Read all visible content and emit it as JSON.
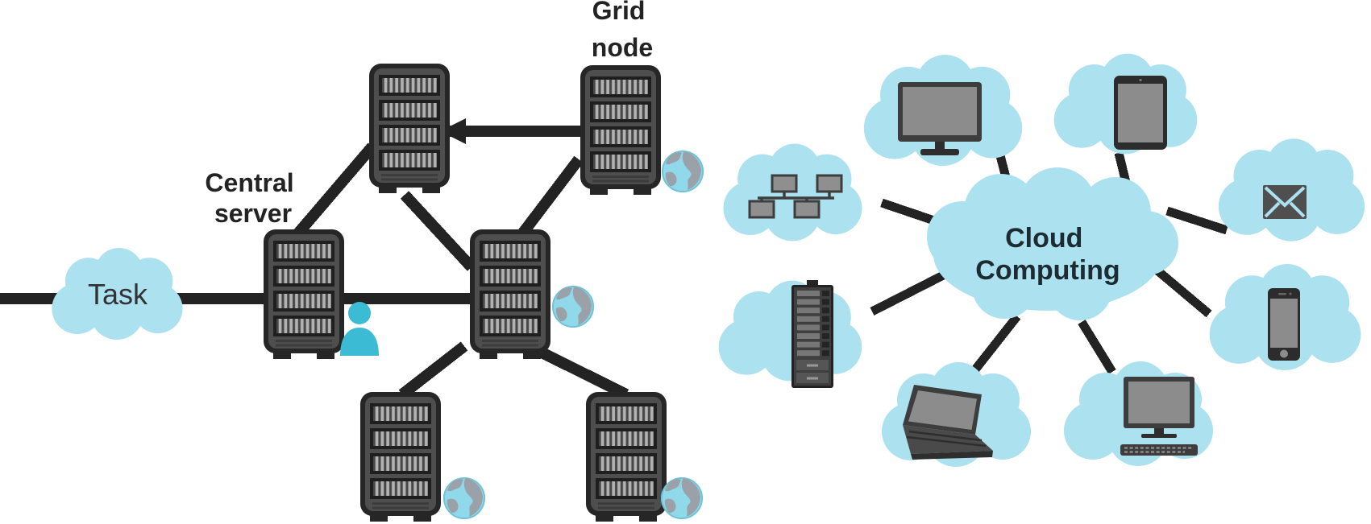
{
  "left_diagram": {
    "task_label": "Task",
    "central_server_label": {
      "line1": "Central",
      "line2": "server"
    },
    "grid_node_label": {
      "line1": "Grid",
      "line2": "node"
    },
    "node_icons": [
      "central-server-icon",
      "grid-node-server-icon",
      "globe-icon",
      "user-icon"
    ]
  },
  "right_diagram": {
    "cloud_computing_label": {
      "line1": "Cloud",
      "line2": "Computing"
    },
    "device_icons": [
      "computer-network-icon",
      "desktop-monitor-icon",
      "tablet-icon",
      "email-icon",
      "smartphone-icon",
      "desktop-computer-icon",
      "laptop-icon",
      "server-rack-icon"
    ]
  },
  "colors": {
    "cloud_blue": "#ace1f0",
    "line_dark": "#232323",
    "server_body": "#4e4e4e",
    "server_border": "#262626",
    "icon_gray": "#3d3d3d",
    "screen_gray": "#8c8c8c",
    "accent_cyan": "#3bbcd4",
    "globe_blue": "#8fd9ea",
    "globe_land": "#9aa1a8",
    "label_text": "#232323",
    "cloud_label_text": "#1d2b33"
  }
}
